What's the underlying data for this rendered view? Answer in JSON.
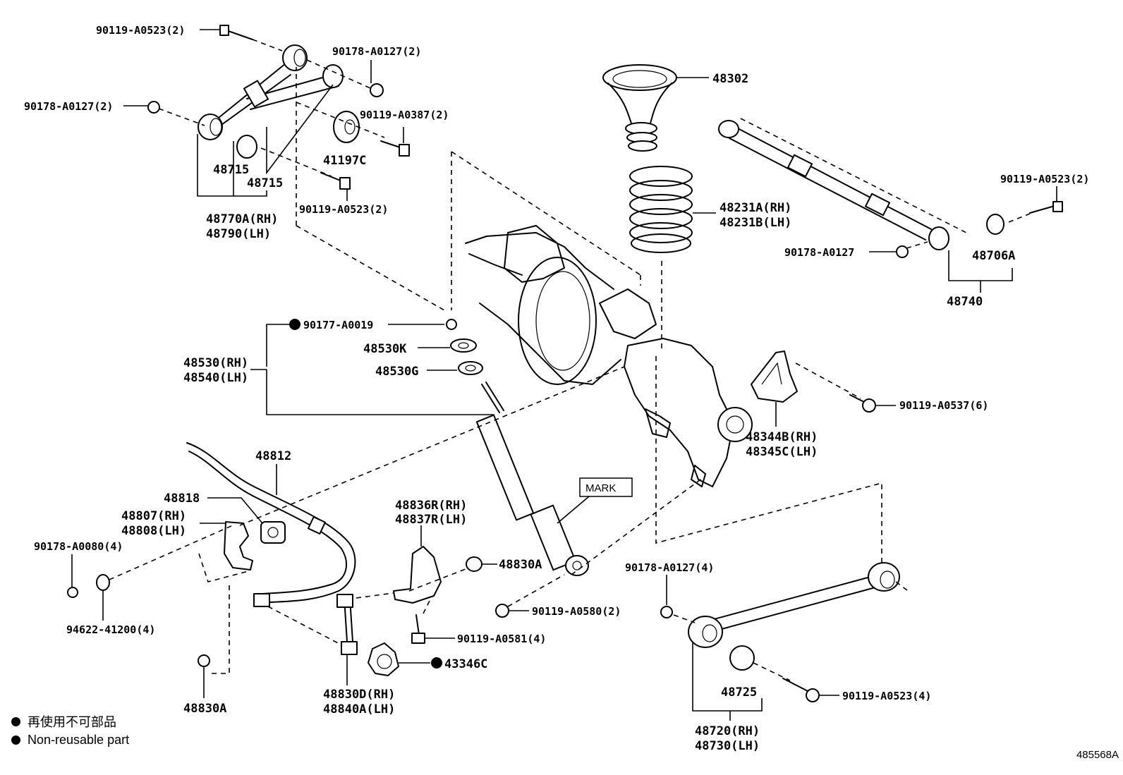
{
  "parts": {
    "p48302": "48302",
    "p48231": "48231A(RH)",
    "p48231b": "48231B(LH)",
    "p90119_0523_tl": "90119-A0523(2)",
    "p90178_0127_top": "90178-A0127(2)",
    "p90178_0127_left": "90178-A0127(2)",
    "p90119_0387": "90119-A0387(2)",
    "p41197c": "41197C",
    "p48715_a": "48715",
    "p48715_b": "48715",
    "p90119_0523_mid": "90119-A0523(2)",
    "p48770a": "48770A(RH)",
    "p48790": "48790(LH)",
    "p90119_0523_right": "90119-A0523(2)",
    "p90178_0127_right": "90178-A0127",
    "p48706a": "48706A",
    "p48740": "48740",
    "p90177_0019": "90177-A0019",
    "p48530k": "48530K",
    "p48530g": "48530G",
    "p48530rh": "48530(RH)",
    "p48540lh": "48540(LH)",
    "p90119_0537": "90119-A0537(6)",
    "p48344b": "48344B(RH)",
    "p48345c": "48345C(LH)",
    "p48812": "48812",
    "p48818": "48818",
    "p48807": "48807(RH)",
    "p48808": "48808(LH)",
    "p90178_0080": "90178-A0080(4)",
    "p94622": "94622-41200(4)",
    "p48836r": "48836R(RH)",
    "p48837r": "48837R(LH)",
    "p48830a_mid": "48830A",
    "p90119_0580": "90119-A0580(2)",
    "p90119_0581": "90119-A0581(4)",
    "p43346c": "43346C",
    "p48830d": "48830D(RH)",
    "p48840a": "48840A(LH)",
    "p48830a_bl": "48830A",
    "p90178_0127_br": "90178-A0127(4)",
    "p48725": "48725",
    "p90119_0523_br": "90119-A0523(4)",
    "p48720": "48720(RH)",
    "p48730": "48730(LH)",
    "mark": "MARK"
  },
  "legend": {
    "japanese": "再使用不可部品",
    "english": "Non-reusable part"
  },
  "figure_number": "485568A"
}
